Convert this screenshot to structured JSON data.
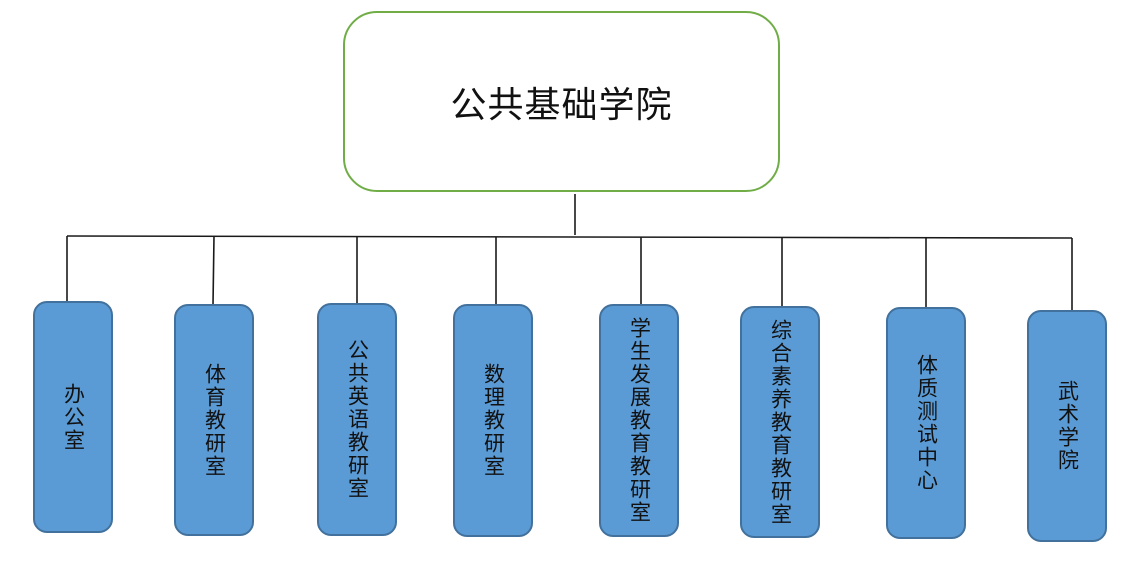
{
  "root": {
    "label": "公共基础学院"
  },
  "children": [
    {
      "label": "办公室"
    },
    {
      "label": "体育教研室"
    },
    {
      "label": "公共英语教研室"
    },
    {
      "label": "数理教研室"
    },
    {
      "label": "学生发展教育教研室"
    },
    {
      "label": "综合素养教育教研室"
    },
    {
      "label": "体质测试中心"
    },
    {
      "label": "武术学院"
    }
  ],
  "colors": {
    "root_border": "#70ad47",
    "child_fill": "#5b9bd5",
    "child_border": "#41719c",
    "connector": "#1a1a1a"
  }
}
